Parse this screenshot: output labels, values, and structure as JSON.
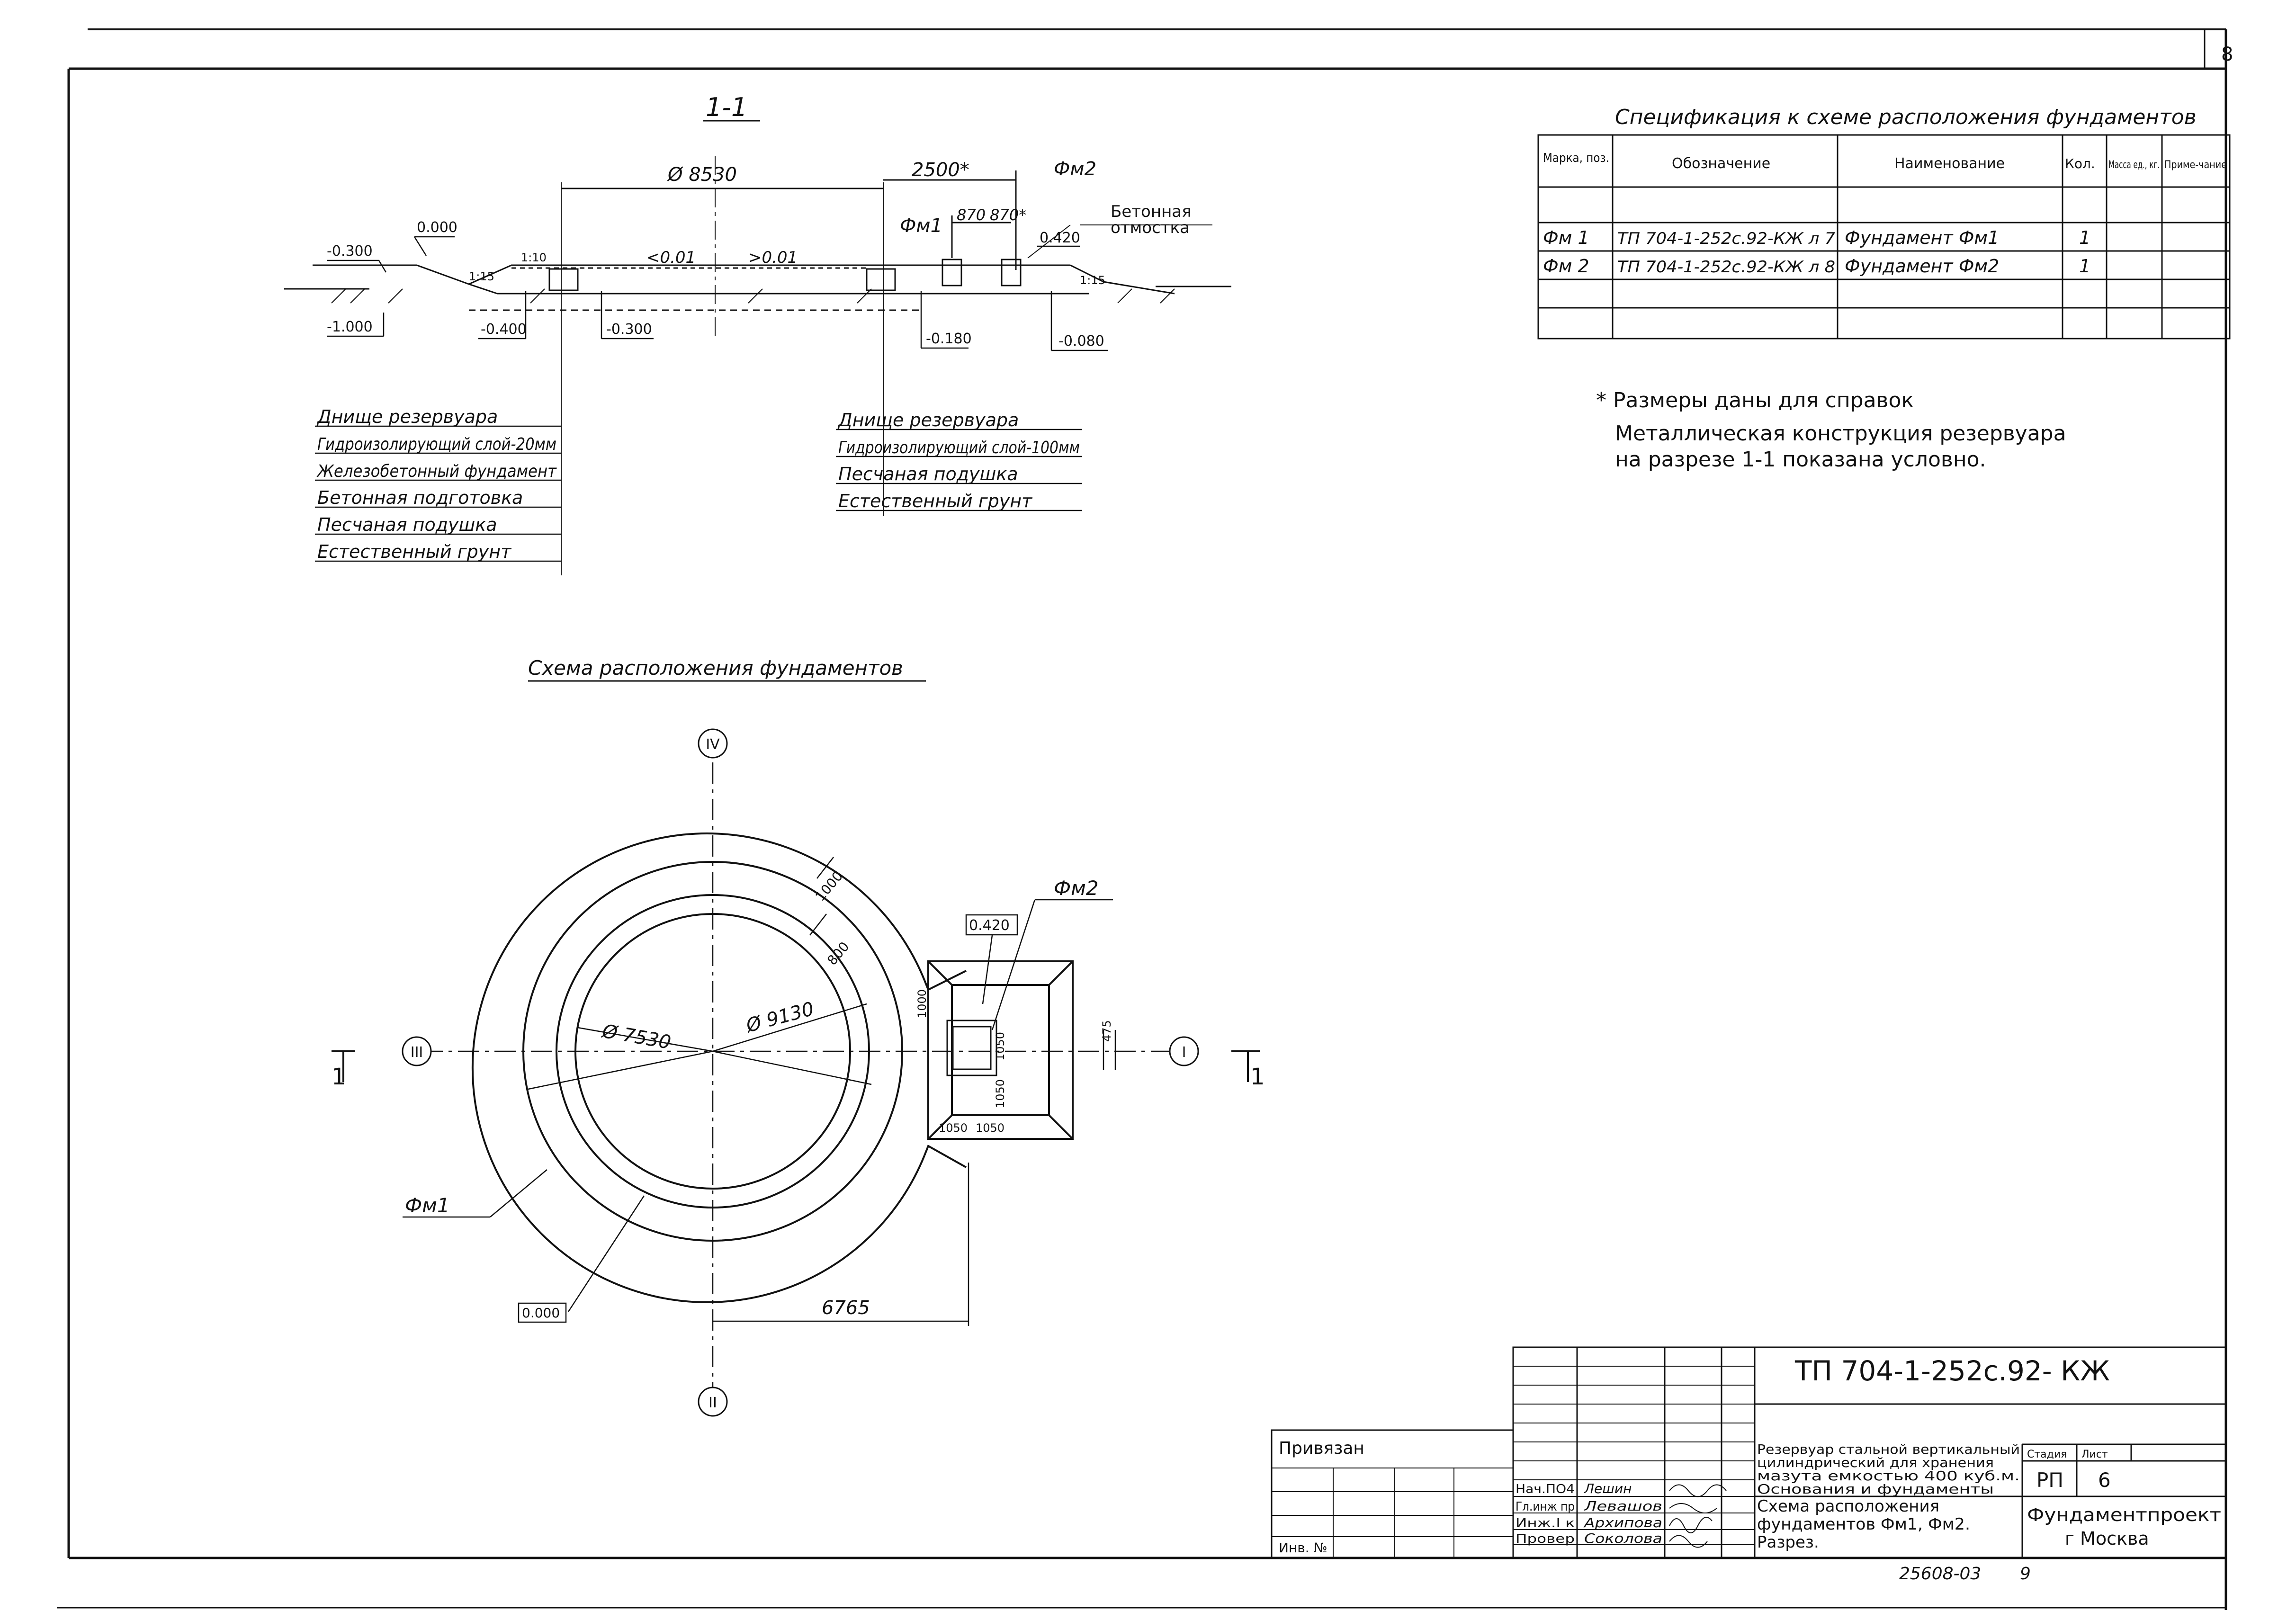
{
  "sheet_number": "8",
  "section": {
    "title": "1-1",
    "dim_diameter": "Ø 8530",
    "dim_2500": "2500*",
    "dim_870a": "870",
    "dim_870b": "870*",
    "label_fm1": "Фм1",
    "label_fm2": "Фм2",
    "concrete_label_1": "Бетонная",
    "concrete_label_2": "отмостка",
    "slope_left": "<0.01",
    "slope_right": ">0.01",
    "slope_1_10": "1:10",
    "slope_1_15a": "1:15",
    "slope_1_15b": "1:15",
    "lvl_0000": "0.000",
    "lvl_m0300_left": "-0.300",
    "lvl_m1000": "-1.000",
    "lvl_m0400": "-0.400",
    "lvl_m0300": "-0.300",
    "lvl_m0180": "-0.180",
    "lvl_m0080": "-0.080",
    "lvl_0420": "0.420",
    "left_layers": [
      "Днище резервуара",
      "Гидроизолирующий слой-20мм",
      "Железобетонный фундамент",
      "Бетонная подготовка",
      "Песчаная подушка",
      "Естественный грунт"
    ],
    "right_layers": [
      "Днище резервуара",
      "Гидроизолирующий слой-100мм",
      "Песчаная подушка",
      "Естественный грунт"
    ]
  },
  "plan": {
    "title": "Схема расположения фундаментов",
    "axis_IV": "IV",
    "axis_III": "III",
    "axis_I": "I",
    "axis_II": "II",
    "cut_left": "1",
    "cut_right": "1",
    "dim_7530": "Ø 7530",
    "dim_9130": "Ø 9130",
    "dim_1000": "1000",
    "dim_800": "800",
    "lvl_0420": "0.420",
    "label_fm2": "Фм2",
    "label_fm1": "Фм1",
    "lvl_0000": "0.000",
    "dim_6765": "6765",
    "dim_1000v": "1000",
    "dim_1050a": "1050",
    "dim_1050b": "1050",
    "dim_1050c": "1050",
    "dim_1050d": "1050",
    "dim_475": "475"
  },
  "spec": {
    "title": "Спецификация к схеме расположения фундаментов",
    "headers": [
      "Марка, поз.",
      "Обозначение",
      "Наименование",
      "Кол.",
      "Масса ед., кг.",
      "Приме-чание"
    ],
    "rows": [
      [
        "Фм 1",
        "ТП 704-1-252с.92-КЖ л 7",
        "Фундамент Фм1",
        "1",
        "",
        ""
      ],
      [
        "Фм 2",
        "ТП 704-1-252с.92-КЖ л 8",
        "Фундамент Фм2",
        "1",
        "",
        ""
      ]
    ]
  },
  "notes": [
    "* Размеры даны для справок",
    "Металлическая конструкция резервуара",
    "на разрезе 1-1 показана условно."
  ],
  "title_block": {
    "code": "ТП 704-1-252с.92- КЖ",
    "description_1": "Резервуар стальной вертикальный",
    "description_2": "цилиндрический для хранения",
    "description_3": "мазута емкостью 400 куб.м.",
    "description_4": "Основания и фундаменты",
    "sheet_title_1": "Схема расположения",
    "sheet_title_2": "фундаментов Фм1, Фм2.",
    "sheet_title_3": "Разрез.",
    "stage_label": "Стадия",
    "sheet_label": "Лист",
    "stage": "РП",
    "sheet": "6",
    "org_1": "Фундаментпроект",
    "org_2": "г Москва",
    "roles": [
      "Нач.ПО4",
      "Гл.инж пр",
      "Инж.I к",
      "Провер"
    ],
    "names": [
      "Лешин",
      "Левашов",
      "Архипова",
      "Соколова"
    ],
    "privyazan": "Привязан",
    "inv_label": "Инв. №",
    "archive_number": "25608-03",
    "archive_suffix": "9"
  }
}
